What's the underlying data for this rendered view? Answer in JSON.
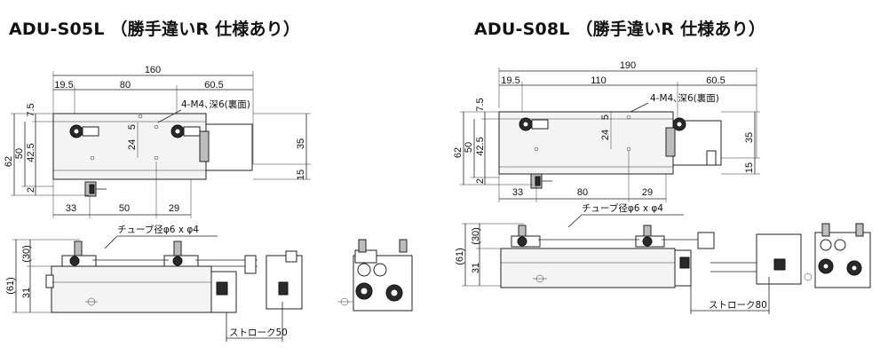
{
  "titles": {
    "left": "ADU-S05L （勝手違いR 仕様あり）",
    "right": "ADU-S08L （勝手違いR 仕様あり）"
  },
  "left": {
    "top_dims": {
      "overall": "160",
      "d1": "19.5",
      "d2": "80",
      "d3": "60.5"
    },
    "bottom_dims": {
      "d1": "33",
      "d2": "50",
      "d3": "29"
    },
    "left_dims": {
      "a": "7.5",
      "b": "62",
      "c": "50",
      "d": "42.5",
      "e": "2"
    },
    "inner_dims": {
      "a": "5",
      "b": "24"
    },
    "right_dims": {
      "a": "35",
      "b": "15"
    },
    "note": "4-M4､深6(裏面)",
    "side_dims": {
      "a": "(30)",
      "b": "(61)",
      "c": "31"
    },
    "tube": "チューブ径φ6 x φ4",
    "stroke": "ストローク50"
  },
  "right": {
    "top_dims": {
      "overall": "190",
      "d1": "19.5",
      "d2": "110",
      "d3": "60.5"
    },
    "bottom_dims": {
      "d1": "33",
      "d2": "80",
      "d3": "29"
    },
    "left_dims": {
      "a": "7.5",
      "b": "62",
      "c": "50",
      "d": "42.5",
      "e": "2"
    },
    "inner_dims": {
      "a": "5",
      "b": "24"
    },
    "right_dims": {
      "a": "35",
      "b": "15"
    },
    "note": "4-M4､深6(裏面)",
    "side_dims": {
      "a": "(30)",
      "b": "(61)",
      "c": "31"
    },
    "tube": "チューブ径φ6 x φ4",
    "stroke": "ストローク80"
  }
}
